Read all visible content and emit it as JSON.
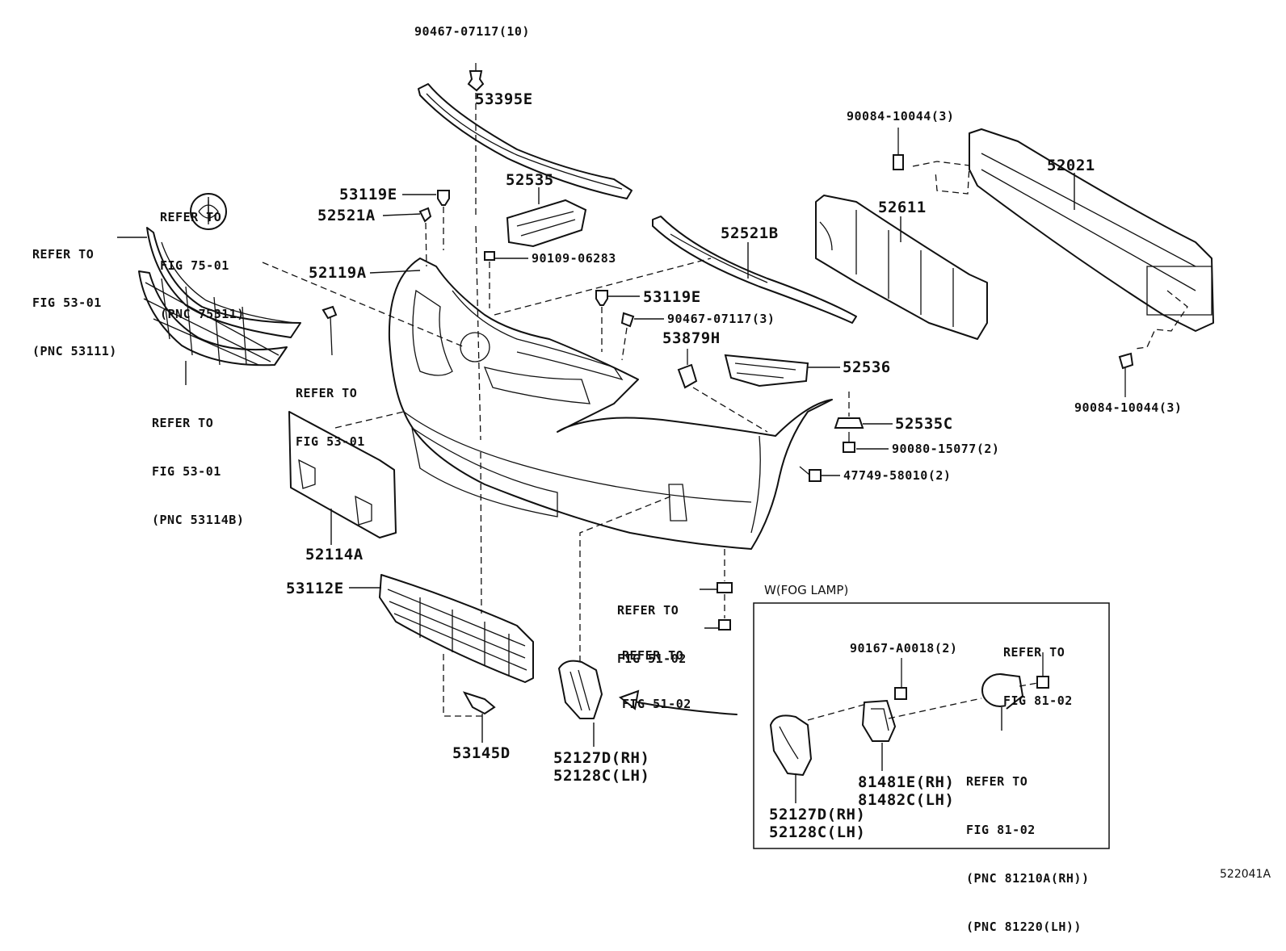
{
  "labels": {
    "l_90467_07117_10": "90467-07117(10)",
    "l_53395E": "53395E",
    "l_53119E_top": "53119E",
    "l_52521A": "52521A",
    "l_52535": "52535",
    "l_90109_06283": "90109-06283",
    "l_52119A": "52119A",
    "l_52521B": "52521B",
    "l_53119E_mid": "53119E",
    "l_90467_07117_3": "90467-07117(3)",
    "l_53879H": "53879H",
    "l_52536": "52536",
    "l_52535C": "52535C",
    "l_90080_15077_2": "90080-15077(2)",
    "l_47749_58010_2": "47749-58010(2)",
    "l_90084_10044_top": "90084-10044(3)",
    "l_90084_10044_bot": "90084-10044(3)",
    "l_52021": "52021",
    "l_52611": "52611",
    "l_52114A": "52114A",
    "l_53112E": "53112E",
    "l_53145D": "53145D",
    "l_52127D_main": "52127D(RH)",
    "l_52128C_main": "52128C(LH)",
    "l_90167_A0018_2": "90167-A0018(2)",
    "l_81481E": "81481E(RH)",
    "l_81482C": "81482C(LH)",
    "l_52127D_box": "52127D(RH)",
    "l_52128C_box": "52128C(LH)"
  },
  "refs": {
    "ref_fig75": [
      "REFER TO",
      "FIG 75-01",
      "(PNC 75311)"
    ],
    "ref_fig53_left": [
      "REFER TO",
      "FIG 53-01",
      "(PNC 53111)"
    ],
    "ref_fig53_mid": [
      "REFER TO",
      "FIG 53-01"
    ],
    "ref_fig53_grille": [
      "REFER TO",
      "FIG 53-01",
      "(PNC 53114B)"
    ],
    "ref_fig51_a": [
      "REFER TO",
      "FIG 51-02"
    ],
    "ref_fig51_b": [
      "REFER TO",
      "FIG 51-02"
    ],
    "ref_fig81_top": [
      "REFER TO",
      "FIG 81-02"
    ],
    "ref_fig81_lamp": [
      "REFER TO",
      "FIG 81-02",
      "(PNC 81210A(RH))",
      "(PNC 81220(LH))"
    ]
  },
  "fog_box_title": "W(FOG LAMP)",
  "illustration_id": "522041A"
}
